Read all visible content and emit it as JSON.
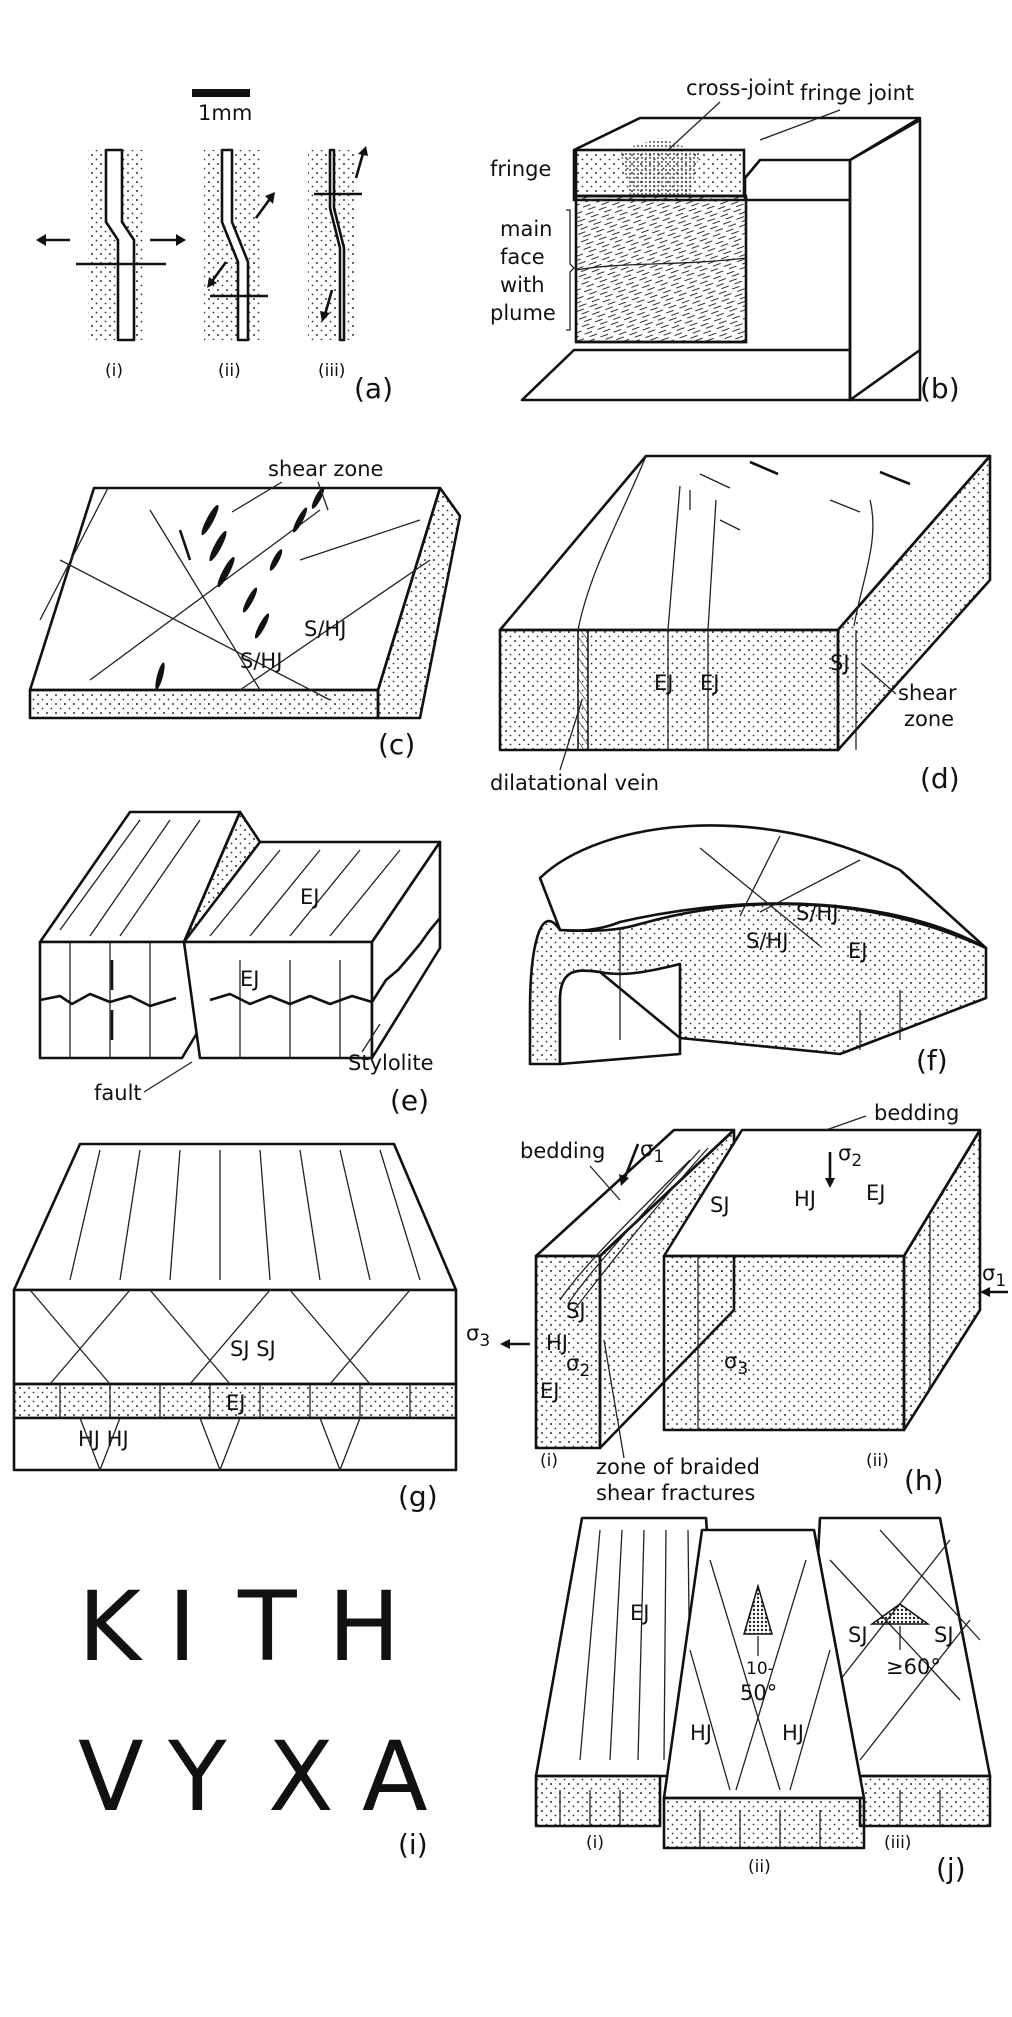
{
  "figure": {
    "panel_a": {
      "scale_label": "1mm",
      "subs": [
        "(i)",
        "(ii)",
        "(iii)"
      ],
      "caption": "(a)"
    },
    "panel_b": {
      "cross_joint": "cross-joint",
      "fringe_joint": "fringe joint",
      "fringe": "fringe",
      "main_face_lines": [
        "main",
        "face",
        "with",
        "plume"
      ],
      "caption": "(b)"
    },
    "panel_c": {
      "shear_zone": "shear zone",
      "shj_1": "S/HJ",
      "shj_2": "S/HJ",
      "caption": "(c)"
    },
    "panel_d": {
      "ej_1": "EJ",
      "ej_2": "EJ",
      "sj": "SJ",
      "shear_zone_lines": [
        "shear",
        "zone"
      ],
      "dilatational_vein": "dilatational vein",
      "caption": "(d)"
    },
    "panel_e": {
      "ej_top": "EJ",
      "ej_front": "EJ",
      "stylolite": "Stylolite",
      "fault": "fault",
      "caption": "(e)"
    },
    "panel_f": {
      "shj_1": "S/HJ",
      "shj_2": "S/HJ",
      "ej": "EJ",
      "caption": "(f)"
    },
    "panel_g": {
      "sj": "SJ SJ",
      "ej": "EJ",
      "hj": "HJ HJ",
      "caption": "(g)"
    },
    "panel_h": {
      "bedding_left": "bedding",
      "bedding_right": "bedding",
      "sigma": "σ",
      "sub_1": "1",
      "sub_2": "2",
      "sub_3": "3",
      "sj": "SJ",
      "hj": "HJ",
      "ej": "EJ",
      "sub_i": "(i)",
      "sub_ii": "(ii)",
      "zone_lines": [
        "zone of braided",
        "shear fractures"
      ],
      "caption": "(h)"
    },
    "panel_i": {
      "row_1": [
        "K",
        "I",
        "T",
        "H"
      ],
      "row_2": [
        "V",
        "Y",
        "X",
        "A"
      ],
      "caption": "(i)"
    },
    "panel_j": {
      "ej": "EJ",
      "angle_range_top": "10-",
      "angle_range_bottom": "50°",
      "hj_1": "HJ",
      "hj_2": "HJ",
      "sj_1": "SJ",
      "sj_2": "SJ",
      "angle_min": "≥60°",
      "subs": [
        "(i)",
        "(ii)",
        "(iii)"
      ],
      "caption": "(j)"
    }
  }
}
